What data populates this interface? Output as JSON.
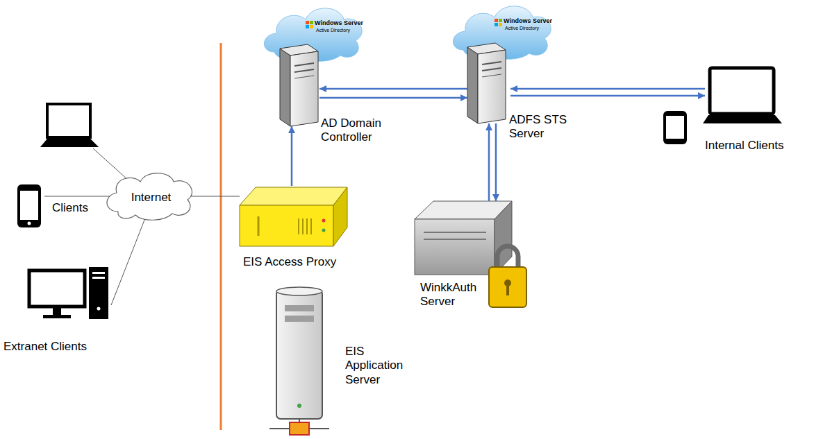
{
  "diagram": {
    "nodes": [
      {
        "text": [
          "AD Domain Controller"
        ]
      },
      {
        "text": [
          "ADFS STS Server"
        ]
      },
      {
        "text": [
          "Internal Clients"
        ]
      },
      {
        "text": [
          "Internet"
        ]
      },
      {
        "text": [
          "EIS Access Proxy"
        ]
      },
      {
        "text": [
          "WinkkAuth Server"
        ]
      },
      {
        "text": [
          "EIS Application Server"
        ]
      }
    ],
    "edges": [
      {
        "from": 4,
        "to": 0,
        "arrow": "to"
      },
      {
        "from": 1,
        "to": 0,
        "arrow": "to"
      },
      {
        "from": 0,
        "to": 1,
        "arrow": "to"
      },
      {
        "from": 2,
        "to": 1,
        "arrow": "to"
      },
      {
        "from": 1,
        "to": 2,
        "arrow": "to"
      },
      {
        "from": 5,
        "to": 1,
        "arrow": "to"
      },
      {
        "from": 1,
        "to": 5,
        "arrow": "to"
      },
      {
        "from": 3,
        "to": 4,
        "arrow": "none"
      }
    ],
    "labels": [
      "Clients",
      "Extranet Clients",
      "Windows Server",
      "Active Directory",
      "Windows Server",
      "Active Directory"
    ]
  }
}
